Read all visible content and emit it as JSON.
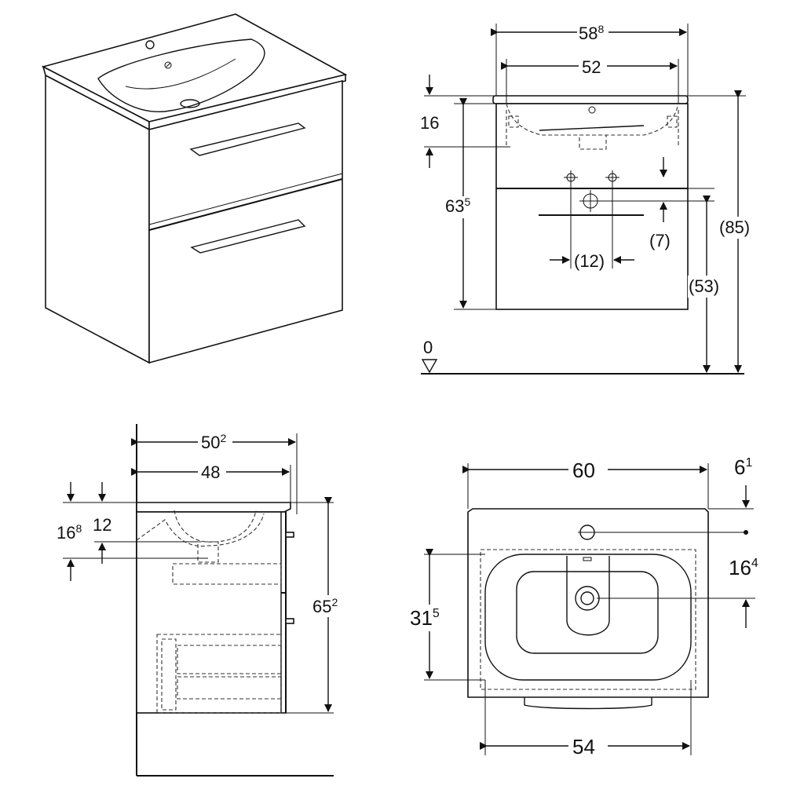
{
  "front_view": {
    "width_overall": {
      "base": "58",
      "sup": "8"
    },
    "width_inner": "52",
    "basin_depth": "16",
    "cabinet_height": {
      "base": "63",
      "sup": "5"
    },
    "total_height": "(85)",
    "floor_to_drawer": "(53)",
    "drain_spacing": "(12)",
    "drain_offset": "(7)",
    "floor_label": "0"
  },
  "side_view": {
    "depth_overall": {
      "base": "50",
      "sup": "2"
    },
    "depth_inner": "48",
    "basin_depth": {
      "base": "16",
      "sup": "8"
    },
    "overflow_depth": "12",
    "cabinet_height": {
      "base": "65",
      "sup": "2"
    }
  },
  "top_view": {
    "width_overall": "60",
    "tap_offset": {
      "base": "6",
      "sup": "1"
    },
    "tap_to_drain": {
      "base": "16",
      "sup": "4"
    },
    "drain_to_front": {
      "base": "31",
      "sup": "5"
    },
    "cabinet_width": "54"
  }
}
